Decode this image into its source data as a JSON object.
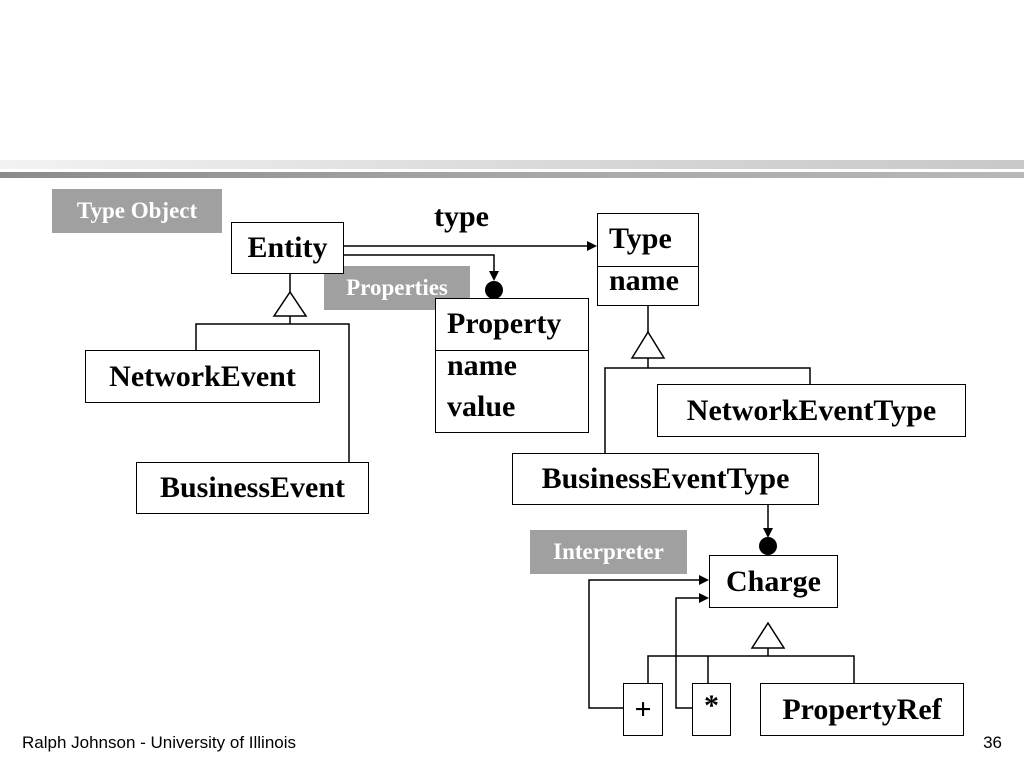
{
  "labels": {
    "type_object": "Type Object",
    "properties": "Properties",
    "interpreter": "Interpreter"
  },
  "association": {
    "type": "type"
  },
  "classes": {
    "entity": {
      "name": "Entity"
    },
    "type": {
      "name": "Type",
      "attributes": [
        "name"
      ]
    },
    "property": {
      "name": "Property",
      "attributes": [
        "name",
        "value"
      ]
    },
    "network_event": {
      "name": "NetworkEvent"
    },
    "business_event": {
      "name": "BusinessEvent"
    },
    "network_event_type": {
      "name": "NetworkEventType"
    },
    "business_event_type": {
      "name": "BusinessEventType"
    },
    "charge": {
      "name": "Charge"
    },
    "plus": {
      "name": "+"
    },
    "star": {
      "name": "*"
    },
    "property_ref": {
      "name": "PropertyRef"
    }
  },
  "footer": {
    "author": "Ralph Johnson - University of Illinois",
    "page": "36"
  }
}
